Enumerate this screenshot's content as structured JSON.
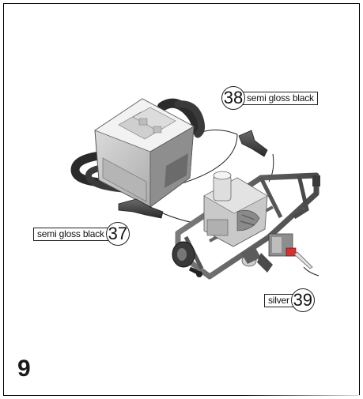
{
  "step": {
    "number": "9"
  },
  "callouts": [
    {
      "number": "38",
      "label": "semi gloss black"
    },
    {
      "number": "37",
      "label": "semi gloss black"
    },
    {
      "number": "39",
      "label": "silver"
    }
  ]
}
